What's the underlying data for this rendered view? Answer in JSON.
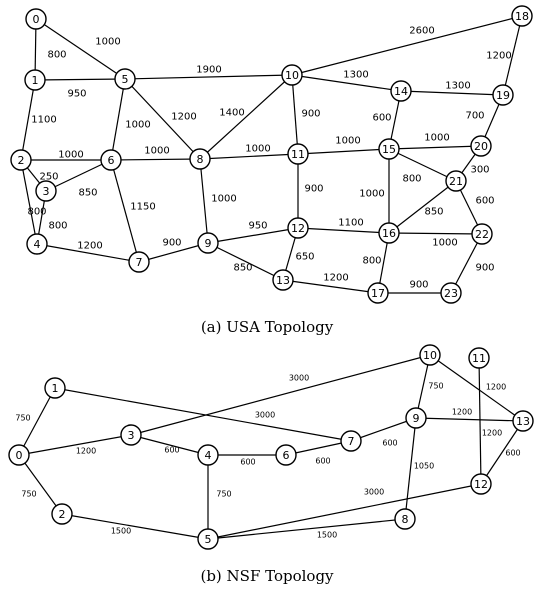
{
  "usa": {
    "caption": "(a) USA Topology",
    "nodes": [
      "0",
      "1",
      "2",
      "3",
      "4",
      "5",
      "6",
      "7",
      "8",
      "9",
      "10",
      "11",
      "12",
      "13",
      "14",
      "15",
      "16",
      "17",
      "18",
      "19",
      "20",
      "21",
      "22",
      "23"
    ],
    "edges": [
      {
        "a": "0",
        "b": "1",
        "w": "800"
      },
      {
        "a": "0",
        "b": "5",
        "w": "1000"
      },
      {
        "a": "1",
        "b": "5",
        "w": "950"
      },
      {
        "a": "1",
        "b": "2",
        "w": "1100"
      },
      {
        "a": "2",
        "b": "6",
        "w": "1000"
      },
      {
        "a": "2",
        "b": "3",
        "w": "250"
      },
      {
        "a": "2",
        "b": "4",
        "w": "800"
      },
      {
        "a": "3",
        "b": "6",
        "w": "850"
      },
      {
        "a": "3",
        "b": "4",
        "w": "800"
      },
      {
        "a": "4",
        "b": "7",
        "w": "1200"
      },
      {
        "a": "5",
        "b": "6",
        "w": "1000"
      },
      {
        "a": "5",
        "b": "8",
        "w": "1200"
      },
      {
        "a": "5",
        "b": "10",
        "w": "1900"
      },
      {
        "a": "6",
        "b": "8",
        "w": "1000"
      },
      {
        "a": "6",
        "b": "7",
        "w": "1150"
      },
      {
        "a": "7",
        "b": "9",
        "w": "900"
      },
      {
        "a": "8",
        "b": "10",
        "w": "1400"
      },
      {
        "a": "8",
        "b": "11",
        "w": "1000"
      },
      {
        "a": "8",
        "b": "9",
        "w": "1000"
      },
      {
        "a": "9",
        "b": "12",
        "w": "950"
      },
      {
        "a": "9",
        "b": "13",
        "w": "850"
      },
      {
        "a": "10",
        "b": "11",
        "w": "900"
      },
      {
        "a": "10",
        "b": "14",
        "w": "1300"
      },
      {
        "a": "10",
        "b": "18",
        "w": "2600"
      },
      {
        "a": "11",
        "b": "12",
        "w": "900"
      },
      {
        "a": "11",
        "b": "15",
        "w": "1000"
      },
      {
        "a": "12",
        "b": "13",
        "w": "650"
      },
      {
        "a": "12",
        "b": "16",
        "w": "1100"
      },
      {
        "a": "13",
        "b": "17",
        "w": "1200"
      },
      {
        "a": "14",
        "b": "15",
        "w": "600"
      },
      {
        "a": "14",
        "b": "19",
        "w": "1300"
      },
      {
        "a": "15",
        "b": "20",
        "w": "1000"
      },
      {
        "a": "15",
        "b": "21",
        "w": "800"
      },
      {
        "a": "15",
        "b": "16",
        "w": "1000"
      },
      {
        "a": "16",
        "b": "21",
        "w": "850"
      },
      {
        "a": "16",
        "b": "22",
        "w": "1000"
      },
      {
        "a": "16",
        "b": "17",
        "w": "800"
      },
      {
        "a": "17",
        "b": "23",
        "w": "900"
      },
      {
        "a": "18",
        "b": "19",
        "w": "1200"
      },
      {
        "a": "19",
        "b": "20",
        "w": "700"
      },
      {
        "a": "20",
        "b": "21",
        "w": "300"
      },
      {
        "a": "21",
        "b": "22",
        "w": "600"
      },
      {
        "a": "22",
        "b": "23",
        "w": "900"
      }
    ]
  },
  "nsf": {
    "caption": "(b) NSF Topology",
    "nodes": [
      "0",
      "1",
      "2",
      "3",
      "4",
      "5",
      "6",
      "7",
      "8",
      "9",
      "10",
      "11",
      "12",
      "13"
    ],
    "edges": [
      {
        "a": "0",
        "b": "1",
        "w": "750"
      },
      {
        "a": "0",
        "b": "2",
        "w": "750"
      },
      {
        "a": "0",
        "b": "3",
        "w": "1200"
      },
      {
        "a": "1",
        "b": "7",
        "w": "3000"
      },
      {
        "a": "2",
        "b": "5",
        "w": "1500"
      },
      {
        "a": "3",
        "b": "4",
        "w": "600"
      },
      {
        "a": "3",
        "b": "10",
        "w": "3000"
      },
      {
        "a": "4",
        "b": "6",
        "w": "600"
      },
      {
        "a": "4",
        "b": "5",
        "w": "750"
      },
      {
        "a": "6",
        "b": "7",
        "w": "600"
      },
      {
        "a": "7",
        "b": "9",
        "w": "600"
      },
      {
        "a": "5",
        "b": "8",
        "w": "1500"
      },
      {
        "a": "5",
        "b": "12",
        "w": "3000"
      },
      {
        "a": "8",
        "b": "9",
        "w": "1050"
      },
      {
        "a": "9",
        "b": "10",
        "w": "750"
      },
      {
        "a": "9",
        "b": "13",
        "w": "1200"
      },
      {
        "a": "10",
        "b": "13",
        "w": "1200"
      },
      {
        "a": "11",
        "b": "12",
        "w": "1200"
      },
      {
        "a": "12",
        "b": "13",
        "w": "600"
      }
    ]
  }
}
